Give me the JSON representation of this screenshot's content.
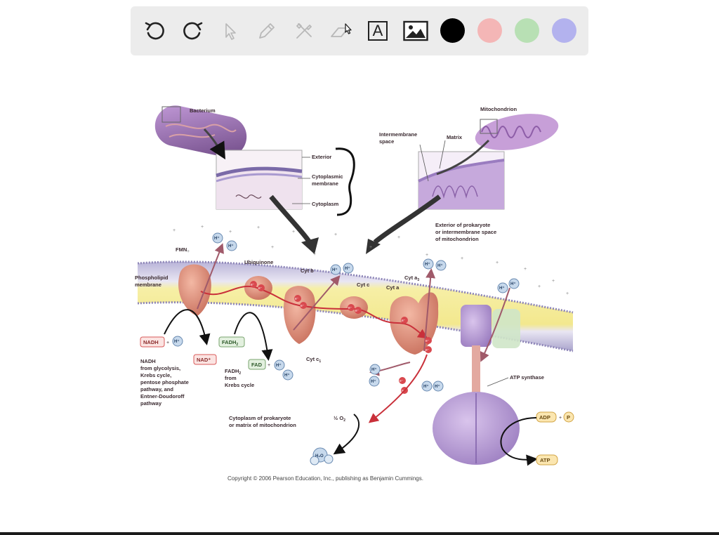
{
  "toolbar": {
    "tools": [
      {
        "name": "undo-icon",
        "glyph": "undo"
      },
      {
        "name": "redo-icon",
        "glyph": "redo"
      },
      {
        "name": "pointer-icon",
        "glyph": "pointer"
      },
      {
        "name": "pencil-icon",
        "glyph": "pencil"
      },
      {
        "name": "tools-icon",
        "glyph": "tools"
      },
      {
        "name": "eraser-icon",
        "glyph": "eraser"
      },
      {
        "name": "text-icon",
        "glyph": "A"
      },
      {
        "name": "image-icon",
        "glyph": "image"
      }
    ],
    "text_tool_glyph": "A",
    "colors": [
      "#000000",
      "#f4b6b6",
      "#b8e0b4",
      "#b3b2ee"
    ]
  },
  "diagram": {
    "bacterium_label": "Bacterium",
    "mitochondrion_label": "Mitochondrion",
    "exterior_label": "Exterior",
    "cytoplasmic_membrane_label": [
      "Cytoplasmic",
      "membrane"
    ],
    "cytoplasm_label": "Cytoplasm",
    "intermembrane_label": [
      "Intermembrane",
      "space"
    ],
    "matrix_label": "Matrix",
    "exterior_prokaryote_label": [
      "Exterior of prokaryote",
      "or intermembrane space",
      "of mitochondrion"
    ],
    "fmn_label": "FMN",
    "ubiquinone_label": "Ubiquinone",
    "phospholipid_label": [
      "Phospholipid",
      "membrane"
    ],
    "cytb_label": "Cyt b",
    "cytc_label": "Cyt c",
    "cyta_label": "Cyt a",
    "cyta3_label": "Cyt a",
    "cyta3_sub": "3",
    "cytc1_label": "Cyt c",
    "cytc1_sub": "1",
    "nadh_box": "NADH",
    "plus": "+",
    "h_ion": "H⁺",
    "nad_box": "NAD⁺",
    "fadh2_box": "FADH",
    "fadh2_sub": "2",
    "fad_box": "FAD",
    "nadh_source": [
      "NADH",
      "from glycolysis,",
      "Krebs cycle,",
      "pentose phosphate",
      "pathway, and",
      "Entner-Doudoroff",
      "pathway"
    ],
    "fadh2_source_1": "FADH",
    "fadh2_source_sub": "2",
    "fadh2_source_rest": [
      "from",
      "Krebs cycle"
    ],
    "cytoplasm_prokaryote_label": [
      "Cytoplasm of prokaryote",
      "or matrix of mitochondrion"
    ],
    "oxygen_label": "½ O",
    "oxygen_sub": "2",
    "water_label": "H₂O",
    "atp_synthase_label": "ATP synthase",
    "adp_box": "ADP",
    "p_box": "P",
    "atp_box": "ATP",
    "electron": "e⁻",
    "copyright": "Copyright © 2006 Pearson Education, Inc., publishing as Benjamin Cummings."
  }
}
